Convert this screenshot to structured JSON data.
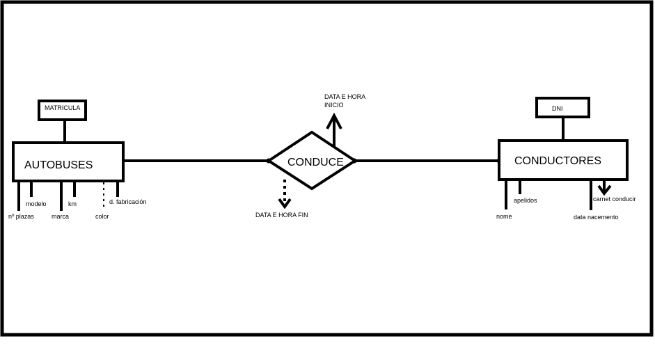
{
  "entities": {
    "autobuses": {
      "name": "AUTOBUSES",
      "key_attribute": "MATRICULA",
      "attributes": {
        "plazas": "nº plazas",
        "modelo": "modelo",
        "marca": "marca",
        "km": "km",
        "color": "color",
        "fabricacion": "d. fabricación"
      }
    },
    "conductores": {
      "name": "CONDUCTORES",
      "key_attribute": "DNI",
      "attributes": {
        "nome": "nome",
        "apelidos": "apelidos",
        "data_nacemento": "data nacemento",
        "carnet": "carnet conducir"
      }
    }
  },
  "relationship": {
    "name": "CONDUCE",
    "attribute_inicio_line1": "DATA E HORA",
    "attribute_inicio_line2": "INICIO",
    "attribute_fin": "DATA E HORA FIN"
  }
}
